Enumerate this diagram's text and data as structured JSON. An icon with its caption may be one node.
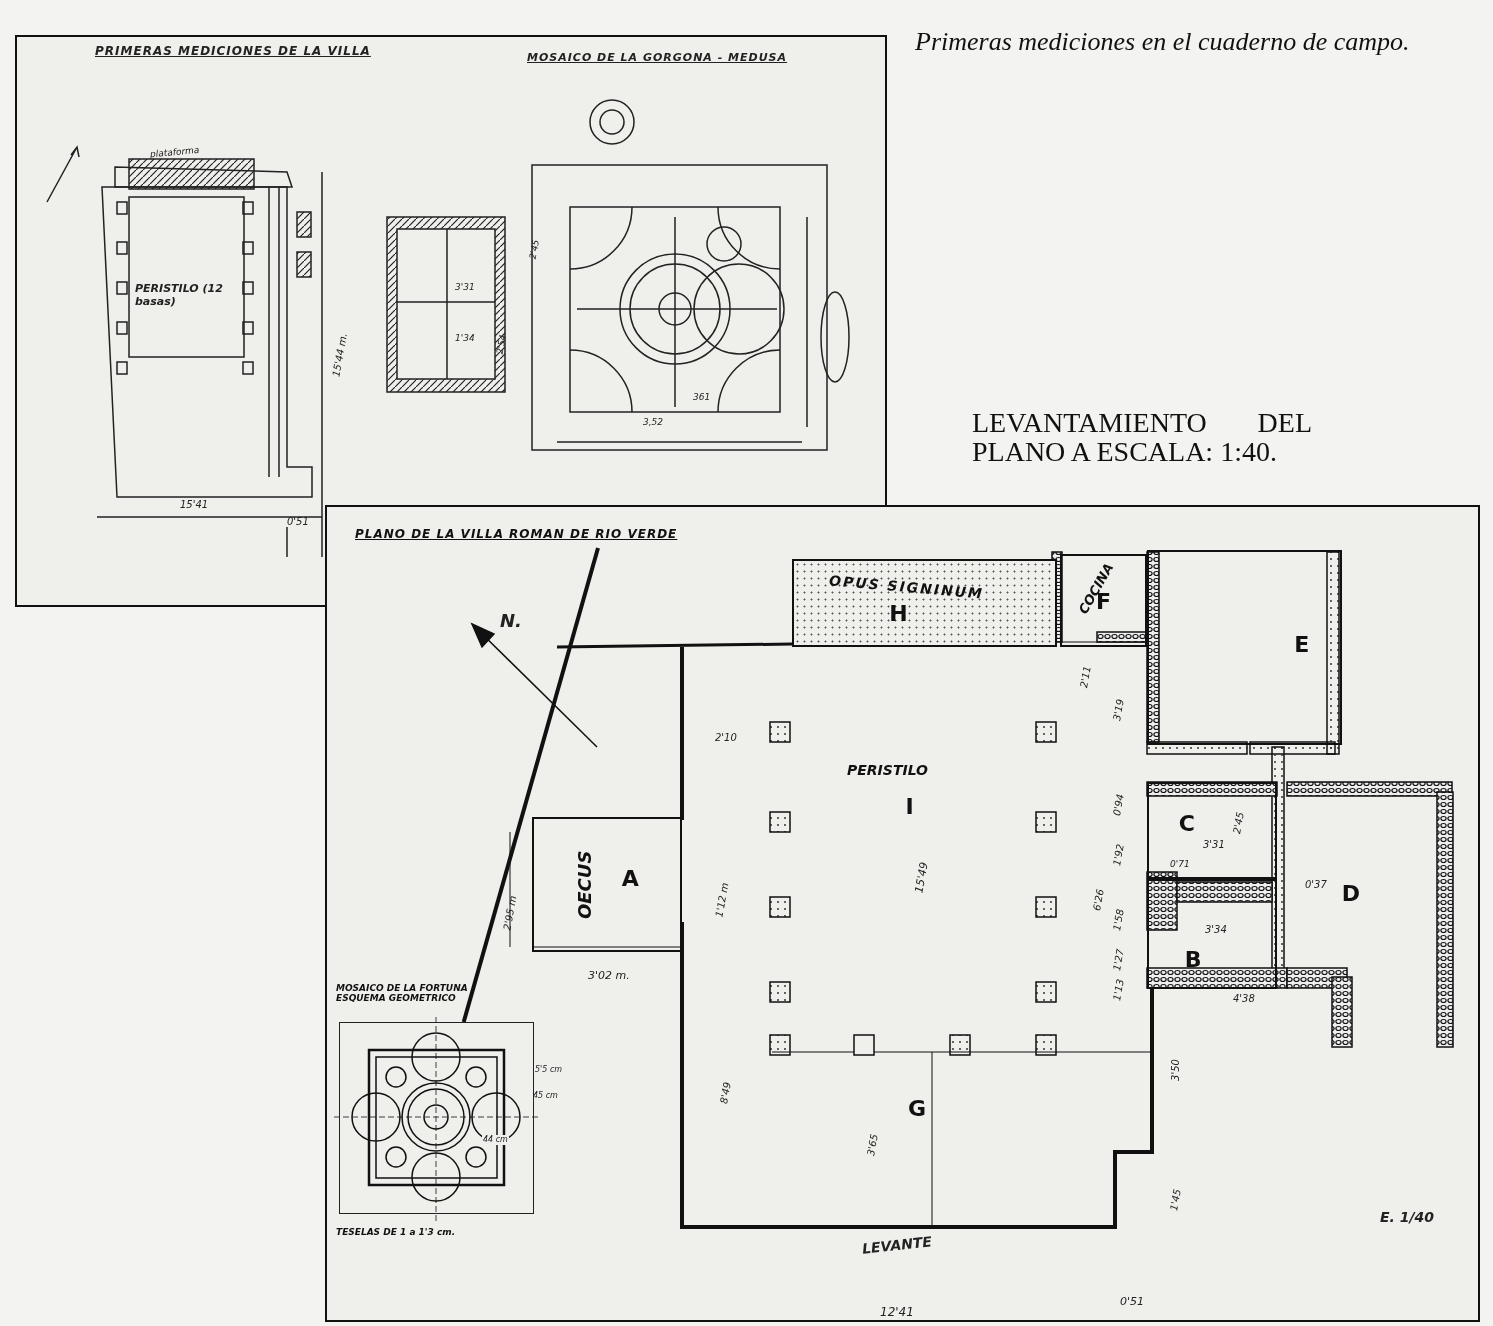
{
  "diagram": {
    "nodes": [
      {
        "text": [
          "PLANO DE LA VILLA ROMAN DE RIO VERDE"
        ]
      },
      {
        "text": [
          "OPUS SIGNINUM",
          "H"
        ],
        "in": 0
      },
      {
        "text": [
          "COCINA",
          "F"
        ],
        "in": 0
      },
      {
        "text": [
          "E"
        ],
        "in": 0
      },
      {
        "text": [
          "PERISTILO",
          "I"
        ],
        "in": 0
      },
      {
        "text": [
          "OECUS",
          "A"
        ],
        "in": 0
      },
      {
        "text": [
          "C"
        ],
        "in": 0
      },
      {
        "text": [
          "B"
        ],
        "in": 0
      },
      {
        "text": [
          "D"
        ],
        "in": 0
      },
      {
        "text": [
          "G"
        ],
        "in": 0
      },
      {
        "text": [
          "MOSAICO DE LA FORTUNA ESQUEMA GEOMETRICO"
        ],
        "in": 0,
        "beside": [
          "TESELAS DE 1 a 1'3 cm."
        ]
      }
    ],
    "edges": [
      {
        "from": null,
        "to": 10,
        "arrow": "none"
      }
    ],
    "labels": [
      "Primeras mediciones en el cuaderno de campo.",
      "LEVANTAMIENTO DEL PLANO A ESCALA: 1:40.",
      "PRIMERAS MEDICIONES DE LA VILLA",
      "MOSAICO DE LA GORGONA - MEDUSA",
      "PERISTILO (12 basas)",
      "plataforma",
      "15'44 m.",
      "3'31",
      "1'34",
      "2'45",
      "2'54",
      "361",
      "3,52",
      "15'41",
      "0'51",
      "N.",
      "2'10",
      "2'95 m",
      "1'12 m",
      "3'02 m.",
      "15'49",
      "2'11",
      "3'19",
      "0'94",
      "1'92",
      "6'26",
      "1'58",
      "1'27",
      "1'13",
      "3'31",
      "2'45",
      "0'71",
      "0'37",
      "3'34",
      "4'38",
      "3'50",
      "1'45",
      "8'49",
      "3'65",
      "5'5 cm",
      "45 cm",
      "44 cm",
      "LEVANTE",
      "12'41",
      "0'51",
      "E. 1/40"
    ]
  }
}
